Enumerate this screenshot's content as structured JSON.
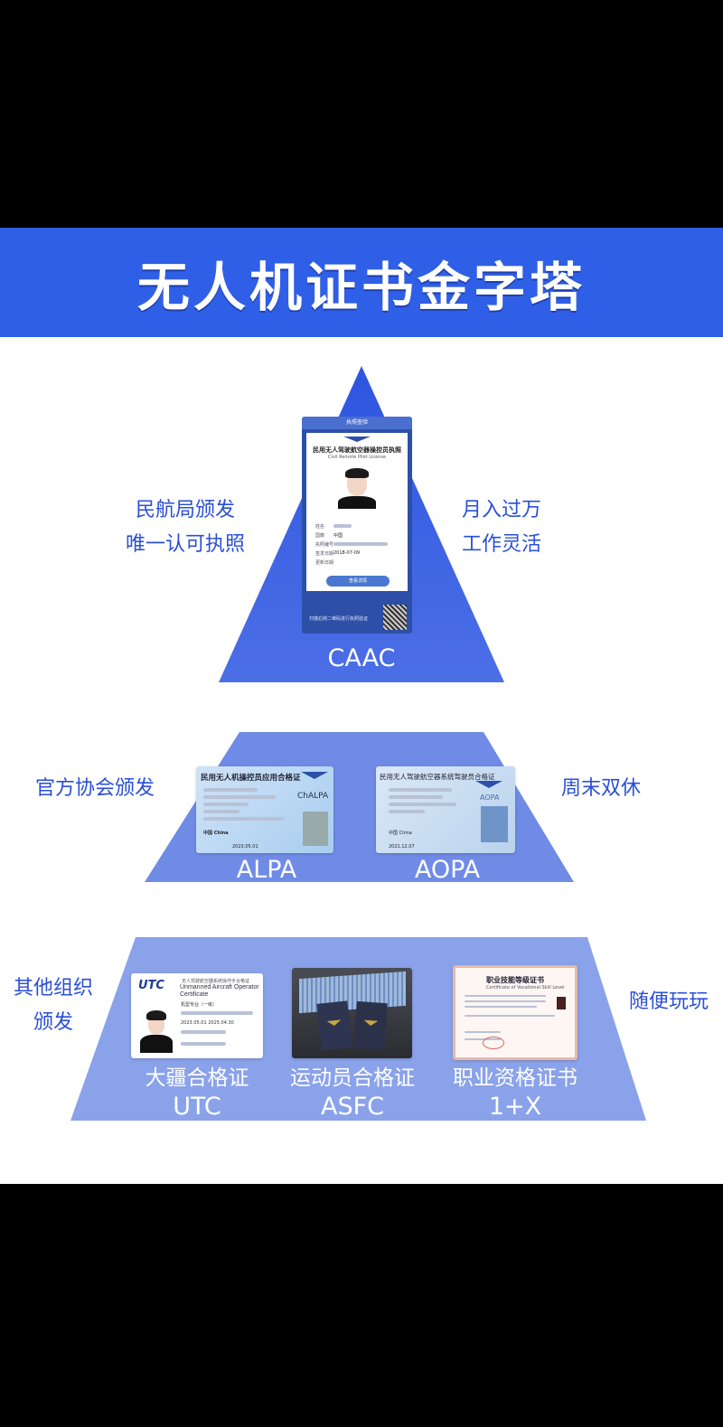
{
  "title": "无人机证书金字塔",
  "tiers": {
    "top": {
      "left_text": [
        "民航局颁发",
        "唯一认可执照"
      ],
      "right_text": [
        "月入过万",
        "工作灵活"
      ],
      "label": "CAAC",
      "card": {
        "header": "执照查验",
        "title": "民用无人驾驶航空器操控员执照",
        "subtitle": "Civil Remote Pilot License",
        "nationality": "中国",
        "date": "2018-07-09",
        "button": "查看详情",
        "footer": "扫描右侧二维码进行执照验证"
      },
      "color": "#3a5fe3"
    },
    "middle": {
      "left_text": "官方协会颁发",
      "right_text": "周末双休",
      "labels": [
        "ALPA",
        "AOPA"
      ],
      "alpa_card": {
        "title": "民用无人机操控员应用合格证",
        "logo": "ChALPA",
        "nationality": "中国 China",
        "date": "2023.05.01"
      },
      "aopa_card": {
        "title": "民用无人驾驶航空器系统驾驶员合格证",
        "logo": "AOPA",
        "nationality": "中国 China",
        "date": "2021.12.07"
      },
      "color": "#6f8be6"
    },
    "bottom": {
      "left_text": [
        "其他组织",
        "颁发"
      ],
      "right_text": "随便玩玩",
      "items": [
        {
          "label": [
            "大疆合格证",
            "UTC"
          ],
          "card_logo": "UTC",
          "card_title": "无人驾驶航空器系统操作手合格证",
          "card_subtitle": "Unmanned Aircraft Operator Certificate",
          "level": "机型专业（一级）",
          "dates": "2023.05.01  2025.04.30"
        },
        {
          "label": [
            "运动员合格证",
            "ASFC"
          ]
        },
        {
          "label": [
            "职业资格证书",
            "1+X"
          ],
          "card_title": "职业技能等级证书",
          "card_subtitle": "Certificate of Vocational Skill Level"
        }
      ],
      "color": "#8aa2ea"
    }
  },
  "colors": {
    "banner": "#2f5fe6",
    "text_blue": "#2b4fd6"
  }
}
